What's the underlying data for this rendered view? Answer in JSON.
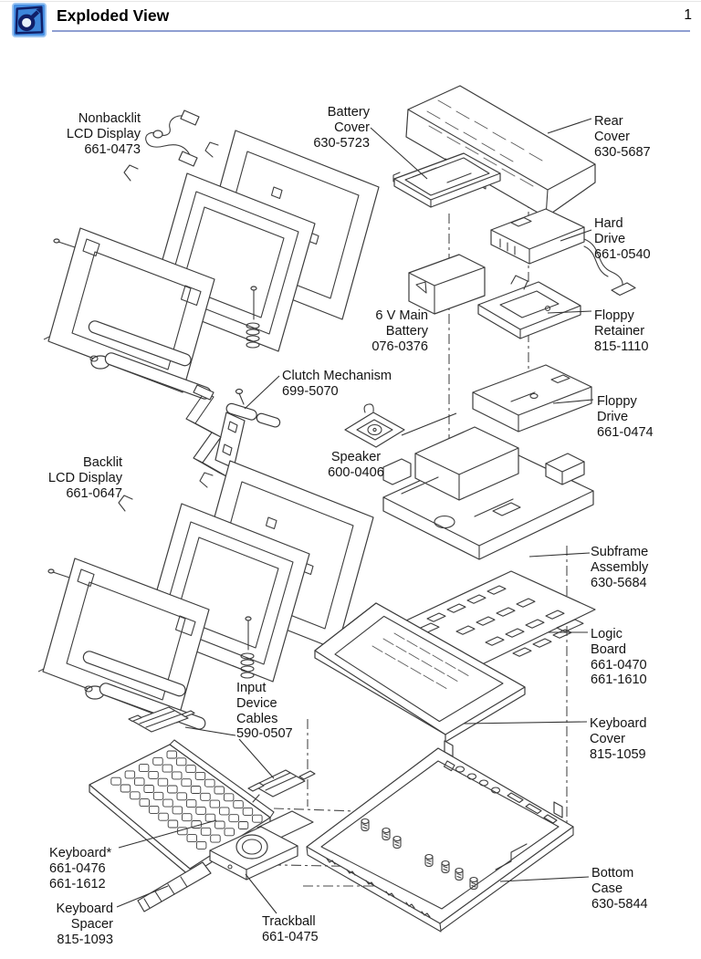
{
  "header": {
    "title": "Exploded View",
    "page_number": "1",
    "icon": "exploded-view-icon"
  },
  "colors": {
    "header_rule": "#8f9fd2",
    "icon_blue": "#4790e4",
    "icon_navy": "#101f68",
    "artwork_line": "#3c3c3c"
  },
  "diagram": {
    "labels": [
      {
        "id": "nonbacklit-lcd-display",
        "text": "Nonbacklit\nLCD Display\n661-0473"
      },
      {
        "id": "battery-cover",
        "text": "Battery\nCover\n630-5723"
      },
      {
        "id": "rear-cover",
        "text": "Rear\nCover\n630-5687"
      },
      {
        "id": "hard-drive",
        "text": "Hard\nDrive\n661-0540"
      },
      {
        "id": "floppy-retainer",
        "text": "Floppy\nRetainer\n815-1110"
      },
      {
        "id": "main-battery",
        "text": "6 V Main\nBattery\n076-0376"
      },
      {
        "id": "clutch-mechanism",
        "text": "Clutch Mechanism\n699-5070"
      },
      {
        "id": "speaker",
        "text": "Speaker\n600-0406"
      },
      {
        "id": "floppy-drive",
        "text": "Floppy\nDrive\n661-0474"
      },
      {
        "id": "backlit-lcd-display",
        "text": "Backlit\nLCD Display\n661-0647"
      },
      {
        "id": "subframe-assembly",
        "text": "Subframe\nAssembly\n630-5684"
      },
      {
        "id": "logic-board",
        "text": "Logic\nBoard\n661-0470\n661-1610"
      },
      {
        "id": "keyboard-cover",
        "text": "Keyboard\nCover\n815-1059"
      },
      {
        "id": "input-device-cables",
        "text": "Input\nDevice\nCables\n590-0507"
      },
      {
        "id": "keyboard",
        "text": "Keyboard*\n661-0476\n661-1612"
      },
      {
        "id": "keyboard-spacer",
        "text": "Keyboard\nSpacer\n815-1093"
      },
      {
        "id": "trackball",
        "text": "Trackball\n661-0475"
      },
      {
        "id": "bottom-case",
        "text": "Bottom\nCase\n630-5844"
      }
    ]
  }
}
